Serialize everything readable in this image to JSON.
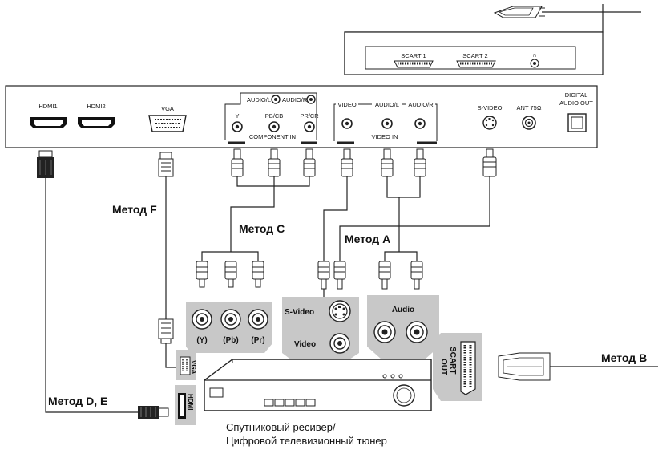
{
  "tv_side_panel": {
    "scart1": "SCART 1",
    "scart2": "SCART 2",
    "headphone_symbol": "∩"
  },
  "tv_rear_panel": {
    "hdmi1": "HDMI1",
    "hdmi2": "HDMI2",
    "vga": "VGA",
    "audio_l_top": "AUDIO/L",
    "audio_r_top": "AUDIO/R",
    "y": "Y",
    "pb": "PB/CB",
    "pr": "PR/CR",
    "component_in": "COMPONENT IN",
    "video": "VIDEO",
    "audio_l": "AUDIO/L",
    "audio_r": "AUDIO/R",
    "video_in": "VIDEO IN",
    "s_video": "S-VIDEO",
    "ant": "ANT 75Ω",
    "digital_audio_out_1": "DIGITAL",
    "digital_audio_out_2": "AUDIO OUT"
  },
  "methods": {
    "a": "Метод A",
    "b": "Метод B",
    "c": "Метод C",
    "de": "Метод D, E",
    "f": "Метод F"
  },
  "receiver_ports": {
    "y": "(Y)",
    "pb": "(Pb)",
    "pr": "(Pr)",
    "s_video": "S-Video",
    "video": "Video",
    "audio": "Audio",
    "scart_out_1": "SCART",
    "scart_out_2": "OUT",
    "vga": "VGA",
    "hdmi": "HDMI"
  },
  "caption": {
    "line1": "Спутниковый ресивер/",
    "line2": "Цифровой телевизионный тюнер"
  },
  "colors": {
    "gray_panel": "#c8c8c8",
    "line": "#222222"
  }
}
